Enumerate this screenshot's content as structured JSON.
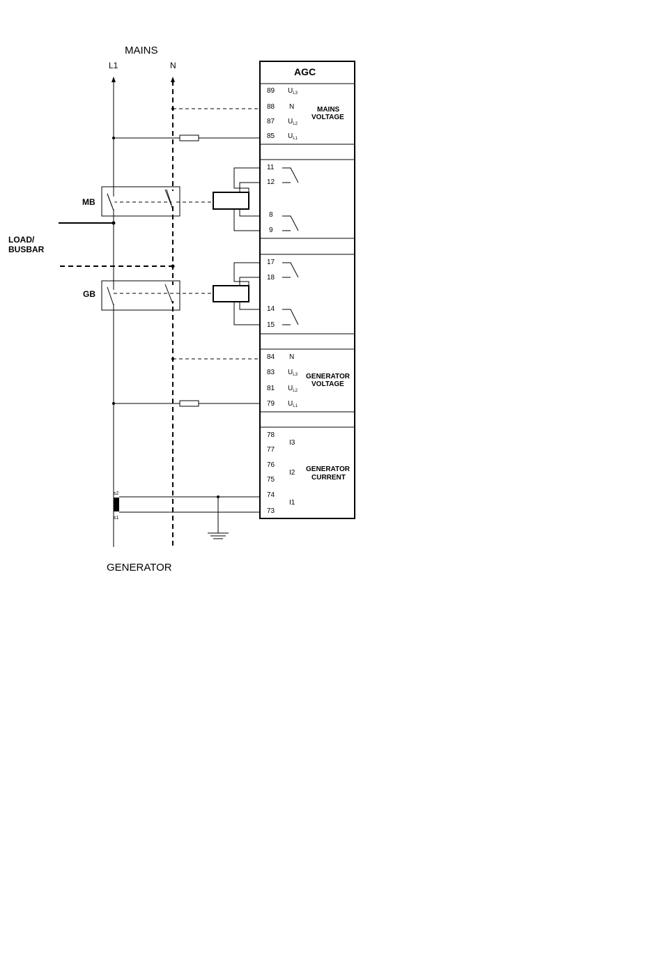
{
  "labels": {
    "mains": "MAINS",
    "l1": "L1",
    "n": "N",
    "generator": "GENERATOR",
    "load": "LOAD/",
    "busbar": "BUSBAR",
    "mb": "MB",
    "gb": "GB"
  },
  "module": {
    "title": "AGC",
    "mains_voltage": {
      "line1": "MAINS",
      "line2": "VOLTAGE",
      "terminals": [
        {
          "num": "89",
          "sym": "U",
          "sub": "L3"
        },
        {
          "num": "88",
          "sym": "N",
          "sub": ""
        },
        {
          "num": "87",
          "sym": "U",
          "sub": "L2"
        },
        {
          "num": "85",
          "sym": "U",
          "sub": "L1"
        }
      ]
    },
    "mb_relay": {
      "terminals": [
        "11",
        "12",
        "8",
        "9"
      ]
    },
    "gb_relay": {
      "terminals": [
        "17",
        "18",
        "14",
        "15"
      ]
    },
    "generator_voltage": {
      "line1": "GENERATOR",
      "line2": "VOLTAGE",
      "terminals": [
        {
          "num": "84",
          "sym": "N",
          "sub": ""
        },
        {
          "num": "83",
          "sym": "U",
          "sub": "L3"
        },
        {
          "num": "81",
          "sym": "U",
          "sub": "L2"
        },
        {
          "num": "79",
          "sym": "U",
          "sub": "L1"
        }
      ]
    },
    "generator_current": {
      "line1": "GENERATOR",
      "line2": "CURRENT",
      "terminals": [
        "78",
        "77",
        "76",
        "75",
        "74",
        "73"
      ],
      "phases": [
        "I3",
        "I2",
        "I1"
      ]
    }
  },
  "ct": {
    "s2": "s2",
    "s1": "s1"
  }
}
